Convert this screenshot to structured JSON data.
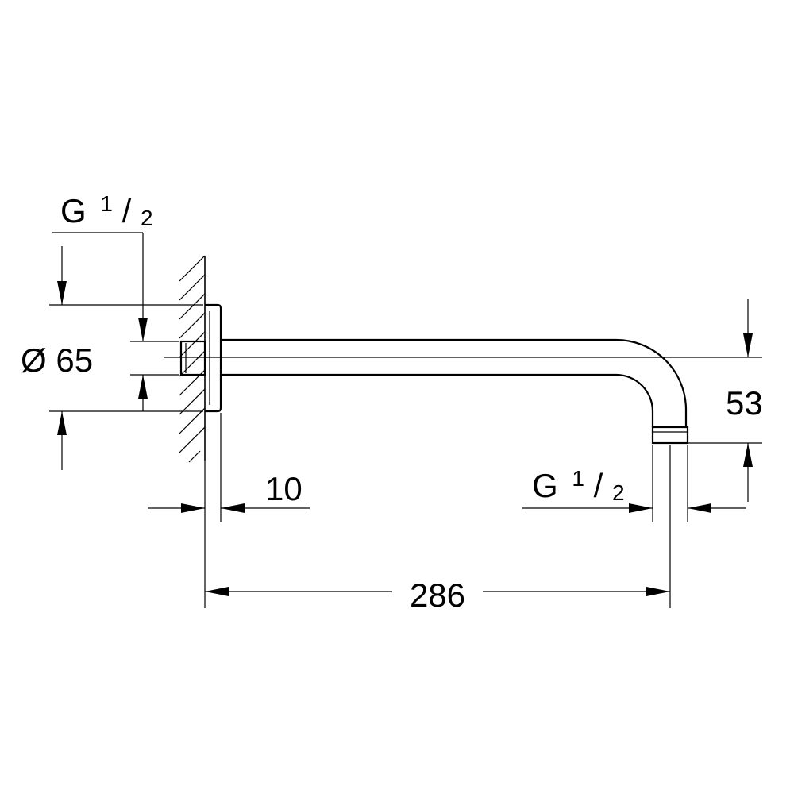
{
  "dimensions": {
    "inlet_thread": {
      "letter": "G",
      "numerator": "1",
      "slash": "/",
      "denominator": "2"
    },
    "flange_diameter": {
      "symbol": "Ø",
      "value": "65"
    },
    "flange_thickness": {
      "value": "10"
    },
    "outlet_thread": {
      "letter": "G",
      "numerator": "1",
      "slash": "/",
      "denominator": "2"
    },
    "drop_height": {
      "value": "53"
    },
    "projection_length": {
      "value": "286"
    }
  }
}
